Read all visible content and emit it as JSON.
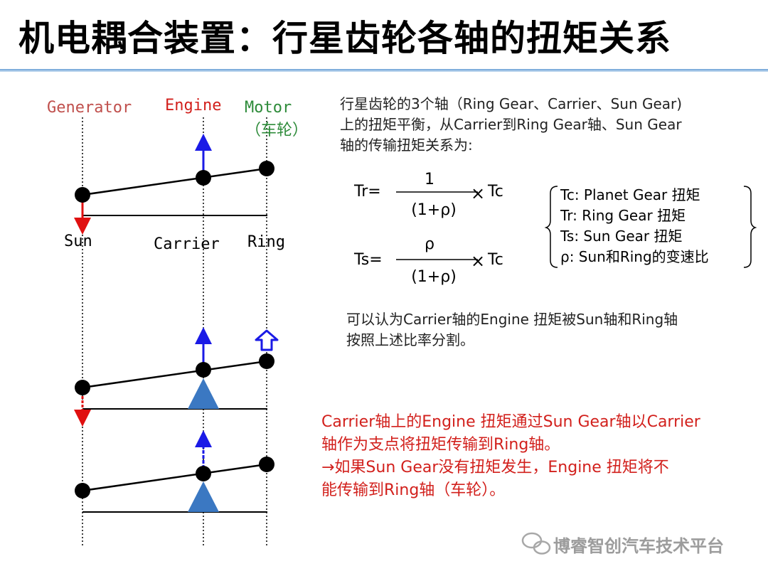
{
  "title": "机电耦合装置：行星齿轮各轴的扭矩关系",
  "axis_labels": {
    "generator": "Generator",
    "engine": "Engine",
    "motor": "Motor",
    "motor_sub": "（车轮）",
    "sun": "Sun",
    "carrier": "Carrier",
    "ring": "Ring"
  },
  "description": [
    "行星齿轮的3个轴（Ring Gear、Carrier、Sun Gear)",
    "上的扭矩平衡，从Carrier到Ring Gear轴、Sun Gear",
    "轴的传输扭矩关系为:"
  ],
  "equations": {
    "tr": {
      "lhs": "Tr=",
      "numerator": "1",
      "denominator": "(1+ρ)",
      "rhs": "Tc"
    },
    "ts": {
      "lhs": "Ts=",
      "numerator": "ρ",
      "denominator": "(1+ρ)",
      "rhs": "Tc"
    }
  },
  "legend": [
    "Tc:  Planet Gear 扭矩",
    "Tr:  Ring Gear 扭矩",
    "Ts:  Sun Gear 扭矩",
    "ρ:  Sun和Ring的变速比"
  ],
  "note": [
    "可以认为Carrier轴的Engine 扭矩被Sun轴和Ring轴",
    "按照上述比率分割。"
  ],
  "red_note": [
    "Carrier轴上的Engine 扭矩通过Sun Gear轴以Carrier",
    "轴作为支点将扭矩传输到Ring轴。",
    "→如果Sun Gear没有扭矩发生，Engine 扭矩将不",
    "能传输到Ring轴（车轮）。"
  ],
  "watermark": "博睿智创汽车技术平台",
  "colors": {
    "generator": "#c0504d",
    "engine": "#d2201c",
    "motor": "#2e8b3a",
    "red_text": "#d2201c",
    "blue_arrow": "#1a1ae6",
    "red_arrow": "#e01010",
    "fulcrum": "#3b78c2"
  }
}
